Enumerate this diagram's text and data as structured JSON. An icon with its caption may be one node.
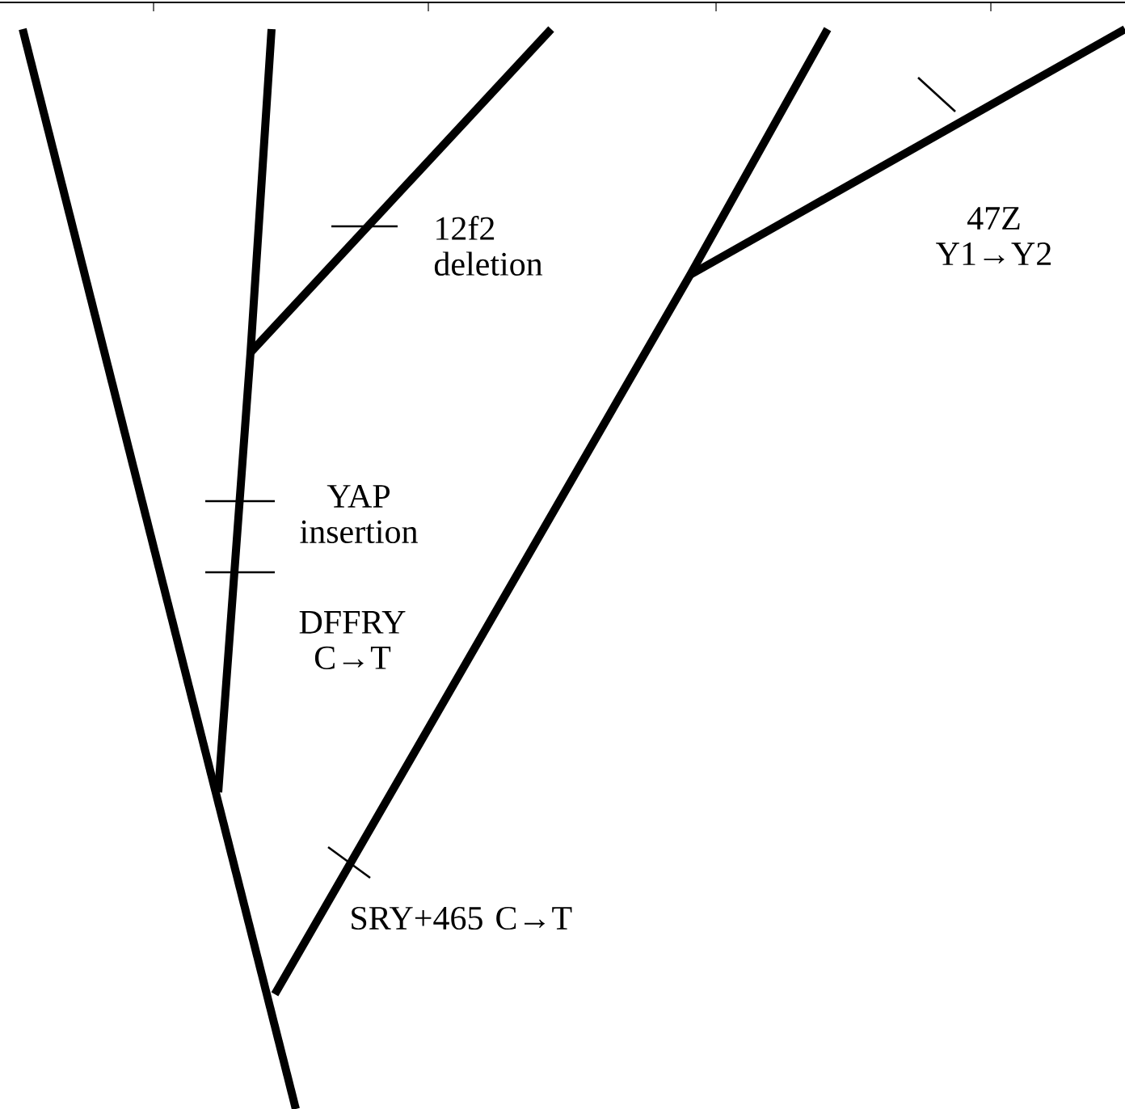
{
  "diagram": {
    "labels": [
      "47Z Y1→Y2",
      "12f2 deletion",
      "YAP insertion",
      "DFFRY C→T",
      "SRY+465 C→T"
    ]
  }
}
